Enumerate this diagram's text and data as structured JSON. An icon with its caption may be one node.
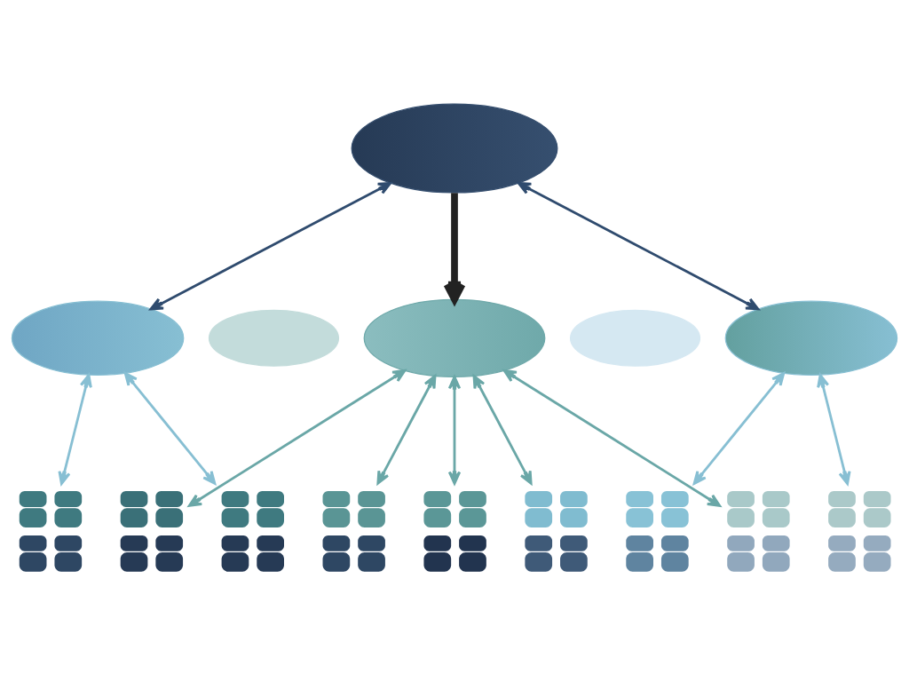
{
  "diagram": {
    "nodes": [
      {
        "text": [],
        "shape": "cloud"
      },
      {
        "text": [],
        "shape": "cloud"
      },
      {
        "text": [],
        "shape": "cloud"
      },
      {
        "text": [],
        "shape": "cloud"
      },
      {
        "text": [],
        "shape": "cloud"
      },
      {
        "text": [],
        "shape": "cloud"
      },
      {
        "text": [],
        "shape": "person"
      },
      {
        "text": [],
        "shape": "person"
      },
      {
        "text": [],
        "shape": "person"
      },
      {
        "text": [],
        "shape": "person"
      },
      {
        "text": [],
        "shape": "person"
      },
      {
        "text": [],
        "shape": "person"
      },
      {
        "text": [],
        "shape": "person"
      },
      {
        "text": [],
        "shape": "person"
      },
      {
        "text": [],
        "shape": "person"
      }
    ],
    "edges": [
      {
        "from": 0,
        "to": 1,
        "arrow": "both",
        "color": "#2f4b6e"
      },
      {
        "from": 0,
        "to": 3,
        "arrow": "to",
        "style": "thick",
        "color": "#222222"
      },
      {
        "from": 0,
        "to": 5,
        "arrow": "both",
        "color": "#2f4b6e"
      },
      {
        "from": 1,
        "to": 6,
        "arrow": "both",
        "color": "#87bfd3"
      },
      {
        "from": 1,
        "to": 8,
        "arrow": "both",
        "color": "#87bfd3"
      },
      {
        "from": 3,
        "to": 7,
        "arrow": "both"
      },
      {
        "from": 3,
        "to": 9,
        "arrow": "both"
      },
      {
        "from": 3,
        "to": 10,
        "arrow": "both"
      },
      {
        "from": 3,
        "to": 11,
        "arrow": "both"
      },
      {
        "from": 3,
        "to": 13,
        "arrow": "both"
      },
      {
        "from": 5,
        "to": 12,
        "arrow": "both",
        "color": "#87bfd3"
      },
      {
        "from": 5,
        "to": 14,
        "arrow": "both",
        "color": "#87bfd3"
      }
    ]
  }
}
